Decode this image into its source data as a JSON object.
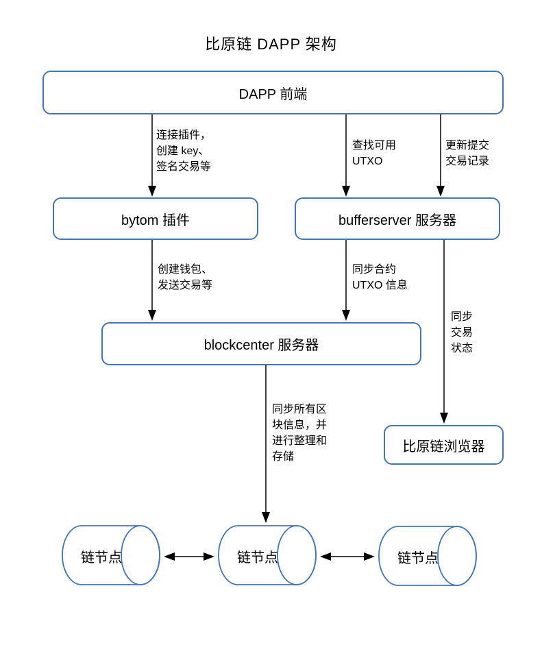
{
  "title": "比原链 DAPP 架构",
  "colors": {
    "canvas": "#ffffff",
    "node_border": "#4575b4",
    "node_fill": "#ffffff",
    "connector": "#000000",
    "text": "#000000"
  },
  "nodes": {
    "dapp_frontend": {
      "label": "DAPP 前端"
    },
    "bytom_plugin": {
      "label": "bytom 插件"
    },
    "bufferserver": {
      "label": "bufferserver 服务器"
    },
    "blockcenter": {
      "label": "blockcenter 服务器"
    },
    "bytom_explorer": {
      "label": "比原链浏览器"
    },
    "chain_node_left": {
      "label": "链节点"
    },
    "chain_node_middle": {
      "label": "链节点"
    },
    "chain_node_right": {
      "label": "链节点"
    }
  },
  "edge_labels": {
    "dapp_to_bytom": {
      "lines": [
        "连接插件，",
        "创建 key、",
        "签名交易等"
      ]
    },
    "dapp_to_bufferserver_find_utxo": {
      "lines": [
        "查找可用",
        "UTXO"
      ]
    },
    "dapp_to_bufferserver_update_tx": {
      "lines": [
        "更新提交",
        "交易记录"
      ]
    },
    "bytom_to_blockcenter": {
      "lines": [
        "创建钱包、",
        "发送交易等"
      ]
    },
    "bufferserver_to_blockcenter": {
      "lines": [
        "同步合约",
        "UTXO 信息"
      ]
    },
    "bufferserver_to_explorer": {
      "lines": [
        "同步",
        "交易",
        "状态"
      ]
    },
    "blockcenter_to_chain_node": {
      "lines": [
        "同步所有区",
        "块信息，并",
        "进行整理和",
        "存储"
      ]
    }
  }
}
